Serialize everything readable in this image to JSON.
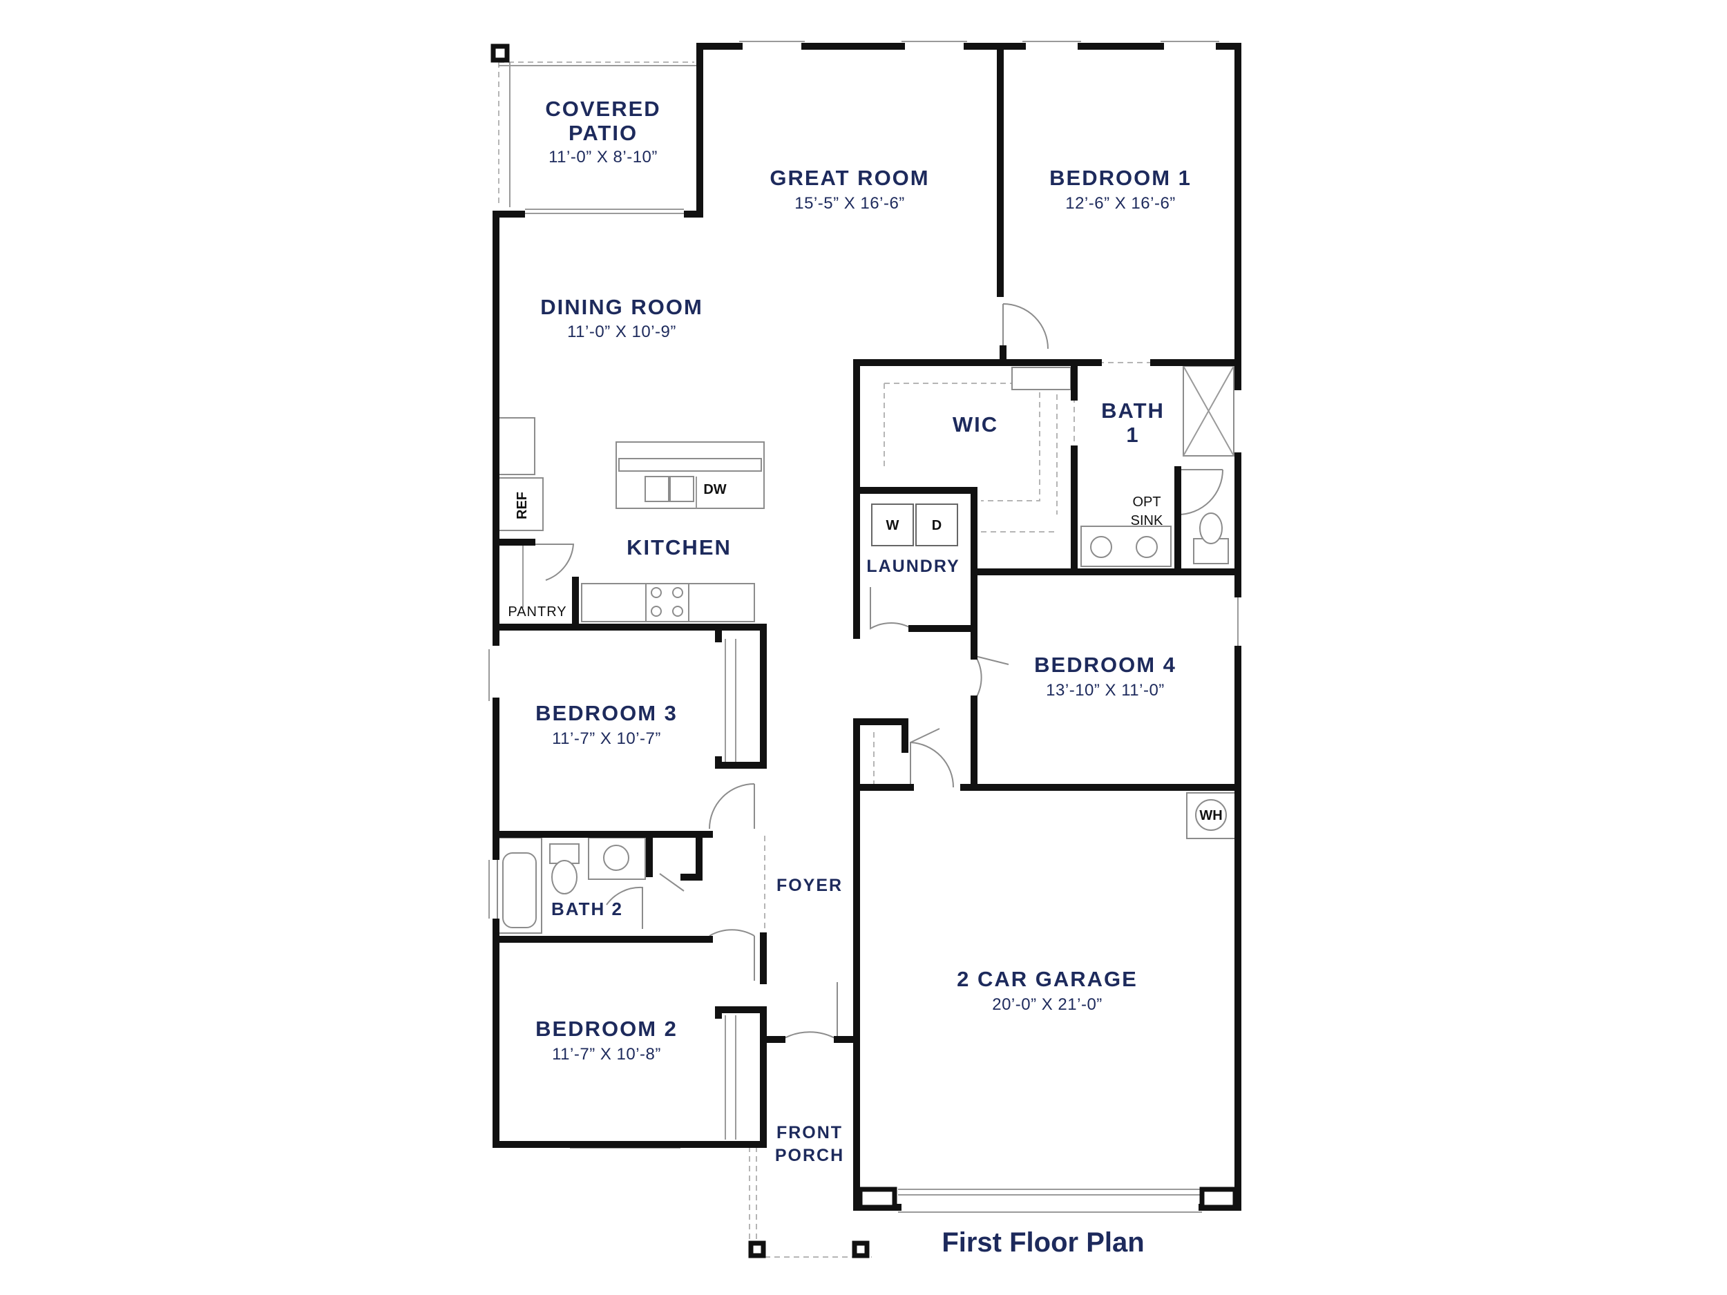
{
  "plan_title": "First Floor Plan",
  "rooms": {
    "covered_patio": {
      "name_line1": "COVERED",
      "name_line2": "PATIO",
      "dims": "11’-0” X 8’-10”"
    },
    "great_room": {
      "name": "GREAT ROOM",
      "dims": "15’-5” X 16’-6”"
    },
    "bedroom_1": {
      "name": "BEDROOM 1",
      "dims": "12’-6” X 16’-6”"
    },
    "dining_room": {
      "name": "DINING ROOM",
      "dims": "11’-0” X 10’-9”"
    },
    "wic": {
      "name": "WIC"
    },
    "bath_1": {
      "name_line1": "BATH",
      "name_line2": "1"
    },
    "kitchen": {
      "name": "KITCHEN"
    },
    "laundry": {
      "name": "LAUNDRY"
    },
    "pantry": {
      "name": "PANTRY"
    },
    "bedroom_4": {
      "name": "BEDROOM 4",
      "dims": "13’-10” X 11’-0”"
    },
    "bedroom_3": {
      "name": "BEDROOM 3",
      "dims": "11’-7” X 10’-7”"
    },
    "bath_2": {
      "name": "BATH 2"
    },
    "foyer": {
      "name": "FOYER"
    },
    "garage": {
      "name": "2 CAR GARAGE",
      "dims": "20’-0” X 21’-0”"
    },
    "bedroom_2": {
      "name": "BEDROOM 2",
      "dims": "11’-7” X 10’-8”"
    },
    "front_porch": {
      "name_line1": "FRONT",
      "name_line2": "PORCH"
    }
  },
  "fixtures": {
    "ref": "REF",
    "dw": "DW",
    "washer": "W",
    "dryer": "D",
    "opt_sink_line1": "OPT",
    "opt_sink_line2": "SINK",
    "water_heater": "WH"
  },
  "colors": {
    "label": "#1d2a5c",
    "wall": "#111111",
    "fixture": "#8c8c8c"
  }
}
